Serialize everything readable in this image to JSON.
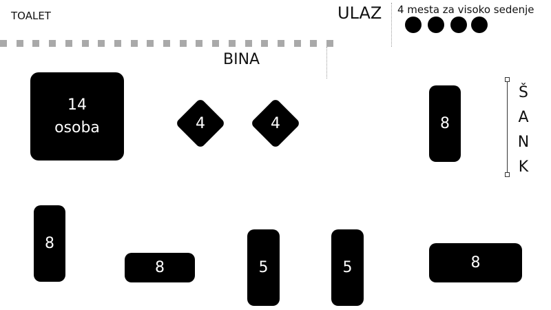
{
  "labels": {
    "toilet": "TOALET",
    "entrance": "ULAZ",
    "stage": "BINA",
    "high_seating": "4 mesta za visoko sedenje",
    "bar": [
      "Š",
      "A",
      "N",
      "K"
    ]
  },
  "tables": {
    "large": {
      "count": "14",
      "unit": "osoba"
    },
    "diamond_1": "4",
    "diamond_2": "4",
    "right_tall": "8",
    "left_tall": "8",
    "bottom_wide": "8",
    "bottom_5a": "5",
    "bottom_5b": "5",
    "bottom_right": "8"
  },
  "high_stools": 4
}
